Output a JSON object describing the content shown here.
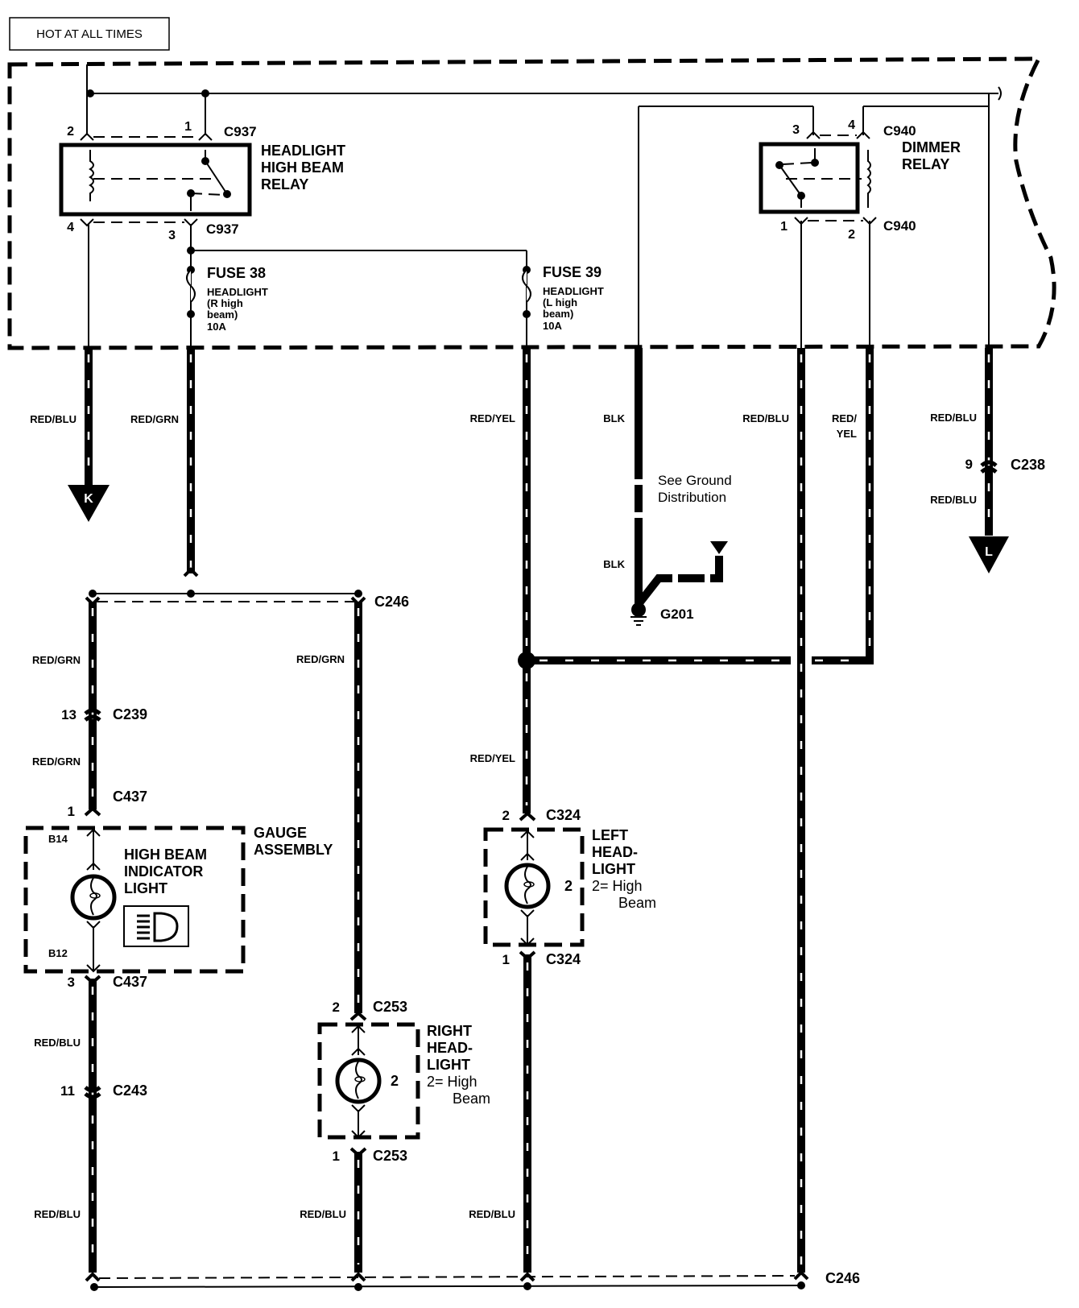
{
  "header": {
    "power_label": "HOT AT ALL TIMES"
  },
  "relays": {
    "high_beam": {
      "name_lines": [
        "HEADLIGHT",
        "HIGH BEAM",
        "RELAY"
      ],
      "top_connector": "C937",
      "bottom_connector": "C937",
      "pins": {
        "top_left": "2",
        "top_right": "1",
        "bottom_left": "4",
        "bottom_right": "3"
      }
    },
    "dimmer": {
      "name_lines": [
        "DIMMER",
        "RELAY"
      ],
      "top_connector": "C940",
      "bottom_connector": "C940",
      "pins": {
        "top_left": "3",
        "top_right": "4",
        "bottom_left": "1",
        "bottom_right": "2"
      }
    }
  },
  "fuses": [
    {
      "title": "FUSE 38",
      "lines": [
        "HEADLIGHT",
        "(R high",
        "beam)",
        "10A"
      ]
    },
    {
      "title": "FUSE 39",
      "lines": [
        "HEADLIGHT",
        "(L high",
        "beam)",
        "10A"
      ]
    }
  ],
  "wire_colors": {
    "k_branch": "RED/BLU",
    "fuse38_out": "RED/GRN",
    "fuse39_out": "RED/YEL",
    "ground_upper": "BLK",
    "ground_lower": "BLK",
    "dimmer_pin1": "RED/BLU",
    "dimmer_pin2_line1": "RED/",
    "dimmer_pin2_line2": "YEL",
    "l_branch_upper": "RED/BLU",
    "l_branch_lower": "RED/BLU",
    "gauge_feed_upper": "RED/GRN",
    "gauge_feed_lower": "RED/GRN",
    "right_head_feed": "RED/GRN",
    "left_head_feed": "RED/YEL",
    "gauge_return_upper": "RED/BLU",
    "gauge_return_lower": "RED/BLU",
    "right_head_return": "RED/BLU",
    "left_head_return": "RED/BLU"
  },
  "off_page": {
    "k": "K",
    "l": "L"
  },
  "ground": {
    "note_line1": "See Ground",
    "note_line2": "Distribution",
    "id": "G201"
  },
  "connectors": {
    "c238": {
      "id": "C238",
      "pin": "9"
    },
    "c246_top": {
      "id": "C246"
    },
    "c246_bottom": {
      "id": "C246"
    },
    "c239": {
      "id": "C239",
      "pin": "13"
    },
    "c437_top": {
      "id": "C437",
      "pin": "1"
    },
    "c437_bottom": {
      "id": "C437",
      "pin": "3"
    },
    "c243": {
      "id": "C243",
      "pin": "11"
    },
    "c253_top": {
      "id": "C253",
      "pin": "2"
    },
    "c253_bottom": {
      "id": "C253",
      "pin": "1"
    },
    "c324_top": {
      "id": "C324",
      "pin": "2"
    },
    "c324_bottom": {
      "id": "C324",
      "pin": "1"
    }
  },
  "components": {
    "gauge": {
      "name_lines": [
        "GAUGE",
        "ASSEMBLY"
      ],
      "light_lines": [
        "HIGH BEAM",
        "INDICATOR",
        "LIGHT"
      ],
      "pin_top": "B14",
      "pin_bottom": "B12"
    },
    "right_headlight": {
      "name_lines": [
        "RIGHT",
        "HEAD-",
        "LIGHT"
      ],
      "filament": "2",
      "legend_line1": "2= High",
      "legend_line2": "Beam"
    },
    "left_headlight": {
      "name_lines": [
        "LEFT",
        "HEAD-",
        "LIGHT"
      ],
      "filament": "2",
      "legend_line1": "2= High",
      "legend_line2": "Beam"
    }
  }
}
